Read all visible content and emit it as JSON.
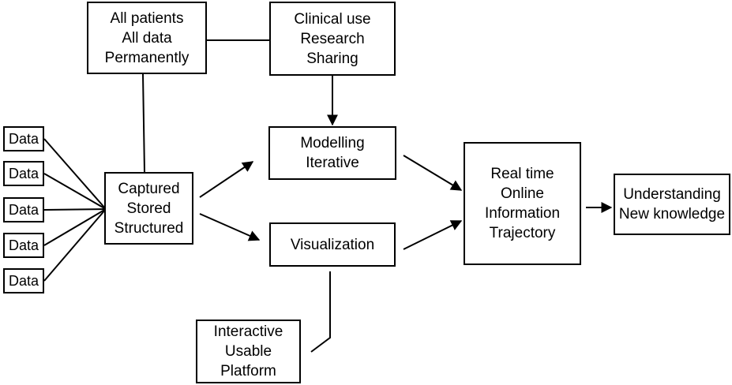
{
  "boxes": {
    "all_patients": [
      "All patients",
      "All data",
      "Permanently"
    ],
    "clinical_use": [
      "Clinical use",
      "Research",
      "Sharing"
    ],
    "captured": [
      "Captured",
      "Stored",
      "Structured"
    ],
    "modelling": [
      "Modelling",
      "Iterative"
    ],
    "visualization": [
      "Visualization"
    ],
    "real_time": [
      "Real time",
      "Online",
      "Information",
      "Trajectory"
    ],
    "understanding": [
      "Understanding",
      "New knowledge"
    ],
    "interactive": [
      "Interactive",
      "Usable",
      "Platform"
    ],
    "data_inputs": [
      "Data",
      "Data",
      "Data",
      "Data",
      "Data"
    ]
  }
}
